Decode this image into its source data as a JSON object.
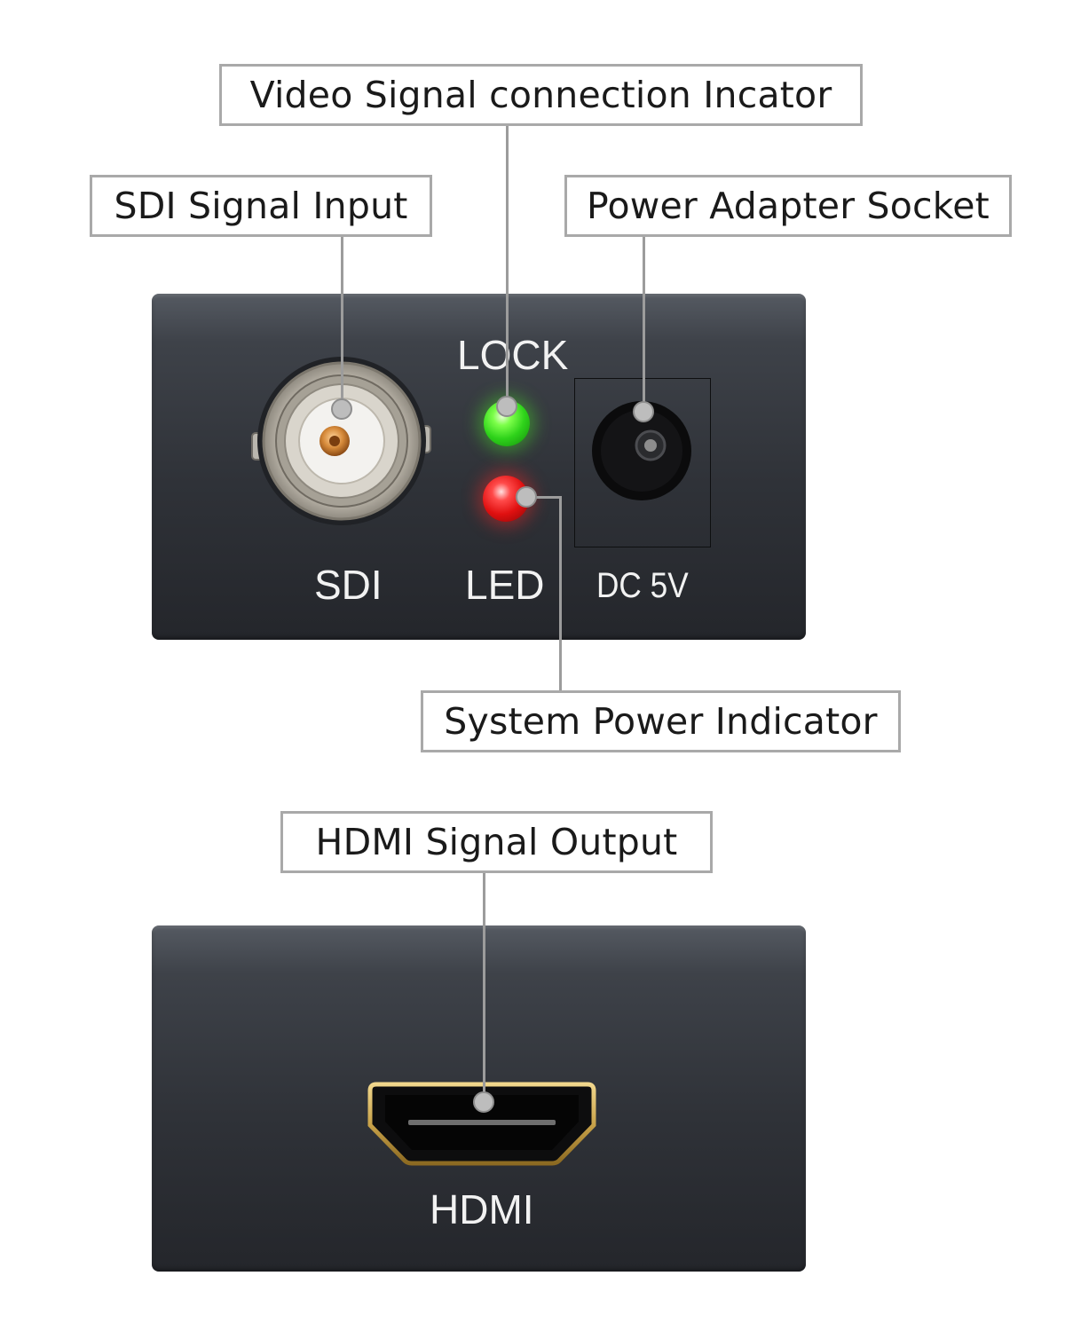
{
  "callouts": {
    "video_signal": "Video Signal connection Incator",
    "sdi_input": "SDI Signal Input",
    "power_socket": "Power Adapter Socket",
    "system_power": "System Power Indicator",
    "hdmi_output": "HDMI Signal Output"
  },
  "front_panel": {
    "lock_label": "LOCK",
    "sdi_label": "SDI",
    "led_label": "LED",
    "dc_label": "DC  5V"
  },
  "back_panel": {
    "hdmi_label": "HDMI"
  },
  "colors": {
    "lock_led": "#2ed21a",
    "power_led": "#e01010",
    "hdmi_trim": "#c9a34a",
    "panel": "#2f3238"
  }
}
